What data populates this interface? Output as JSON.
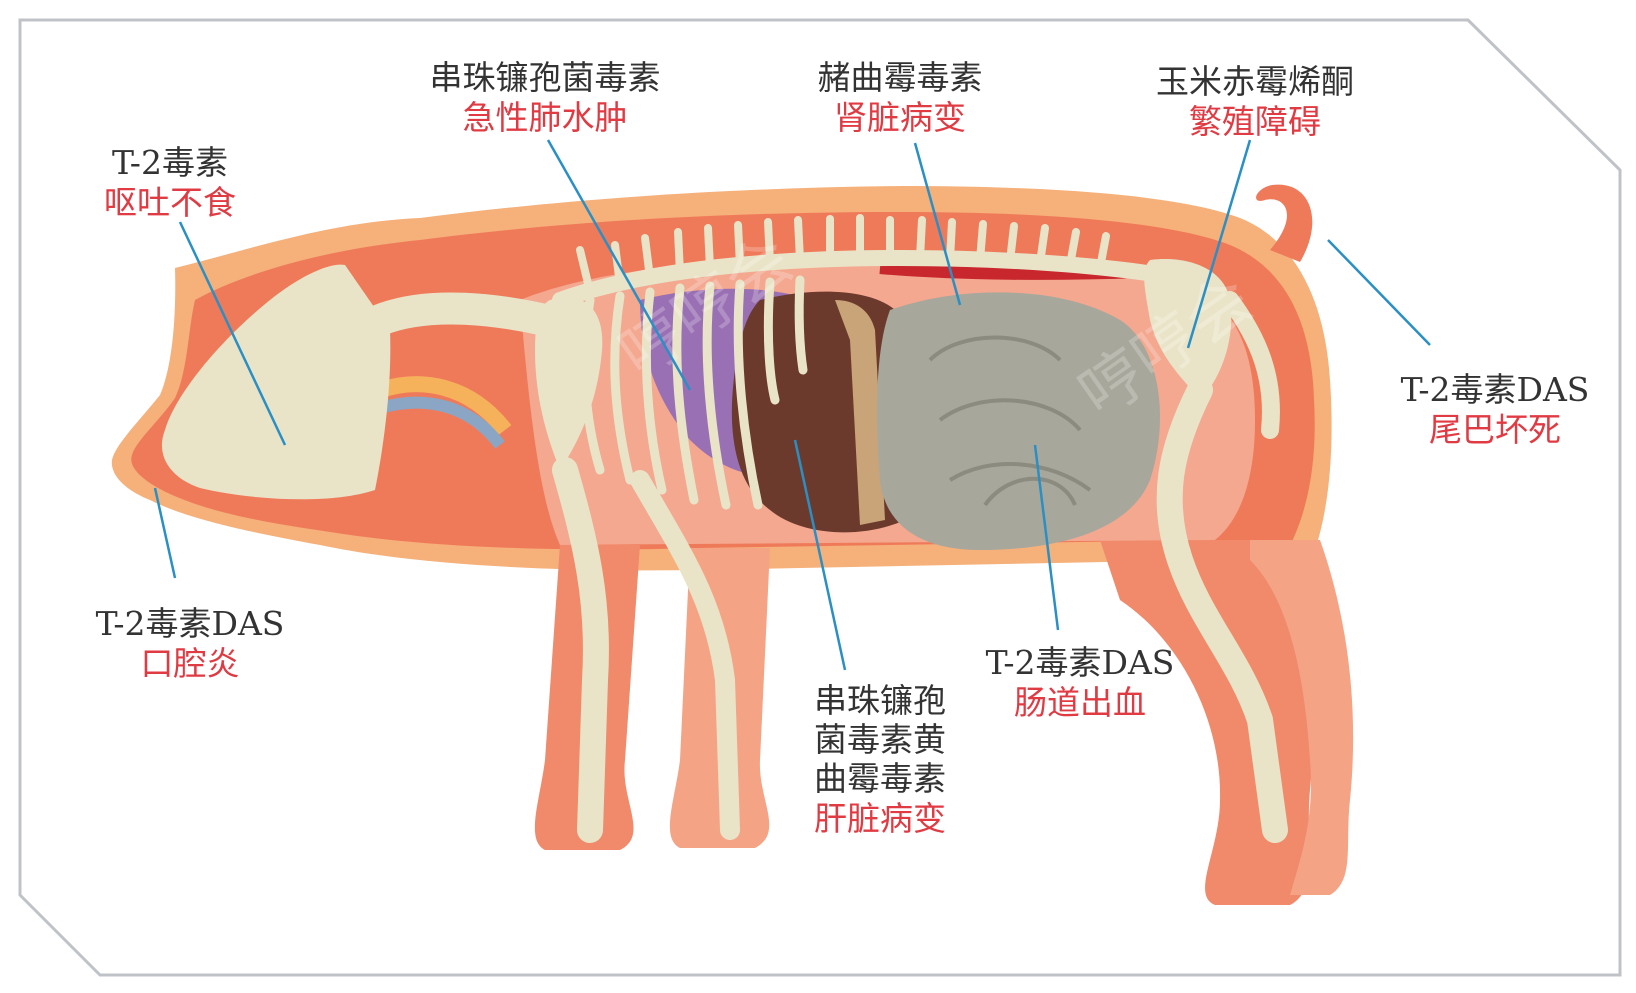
{
  "colors": {
    "toxin_text": "#333333",
    "effect_text": "#e03a43",
    "pointer_line": "#2a8fc4",
    "card_border": "#bfc3c8",
    "pig_skin_outer": "#f6b07a",
    "pig_body": "#ef7a5a",
    "pig_cavity": "#f0a488",
    "bone": "#e9e4c8",
    "lung": "#9a70b4",
    "liver": "#6b3a2c",
    "intestine": "#a8a79c",
    "kidney_vessel": "#c8272d"
  },
  "labels": {
    "mouth_top": {
      "toxin": "T-2毒素",
      "effect": "呕吐不食"
    },
    "lung": {
      "toxin": "串珠镰孢菌毒素",
      "effect": "急性肺水肿"
    },
    "kidney": {
      "toxin": "赭曲霉毒素",
      "effect": "肾脏病变"
    },
    "repro": {
      "toxin": "玉米赤霉烯酮",
      "effect": "繁殖障碍"
    },
    "tail": {
      "toxin": "T-2毒素DAS",
      "effect": "尾巴坏死"
    },
    "mouth_bottom": {
      "toxin": "T-2毒素DAS",
      "effect": "口腔炎"
    },
    "liver": {
      "toxin_lines": [
        "串珠镰孢",
        "菌毒素黄",
        "曲霉毒素"
      ],
      "effect": "肝脏病变"
    },
    "intestine": {
      "toxin": "T-2毒素DAS",
      "effect": "肠道出血"
    }
  },
  "watermark": "哼哼会"
}
